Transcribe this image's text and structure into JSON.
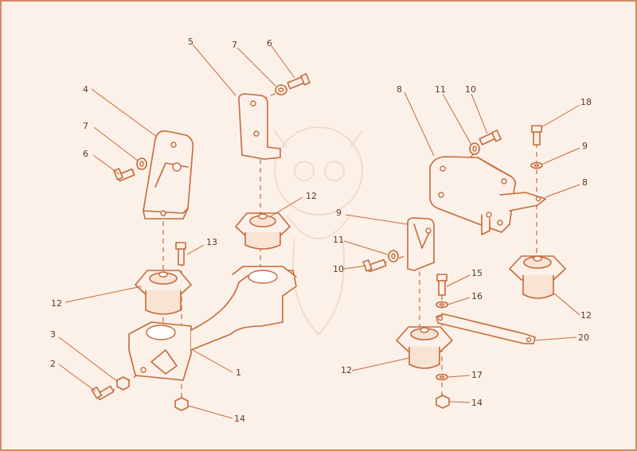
{
  "callouts": {
    "c1": "1",
    "c2": "2",
    "c3": "3",
    "c4": "4",
    "c5": "5",
    "c6a": "6",
    "c6b": "6",
    "c7a": "7",
    "c7b": "7",
    "c8a": "8",
    "c8b": "8",
    "c9a": "9",
    "c9b": "9",
    "c10a": "10",
    "c10b": "10",
    "c11a": "11",
    "c11b": "11",
    "c12a": "12",
    "c12b": "12",
    "c12c": "12",
    "c12d": "12",
    "c13": "13",
    "c14a": "14",
    "c14b": "14",
    "c15": "15",
    "c16": "16",
    "c17": "17",
    "c18": "18",
    "c20": "20"
  },
  "colors": {
    "line": "#c46a3b",
    "background": "#fcf1e8",
    "text": "#5a3a2a"
  }
}
